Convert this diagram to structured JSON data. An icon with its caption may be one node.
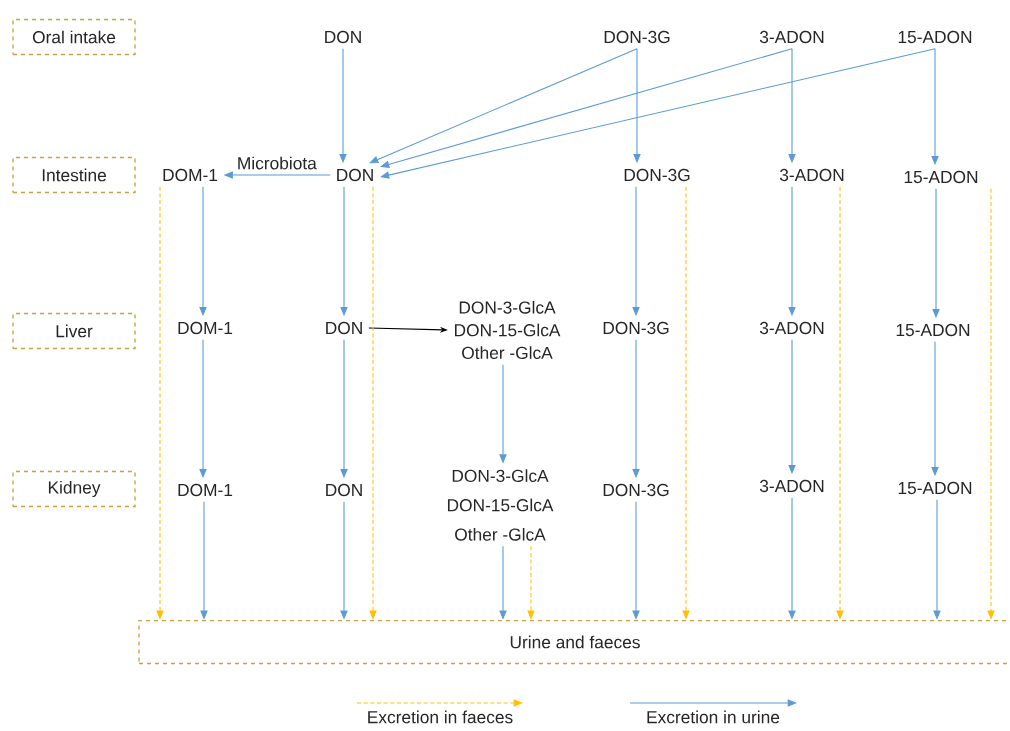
{
  "diagram": {
    "nodes": [
      {
        "text": [
          "Oral intake"
        ]
      },
      {
        "text": [
          "Intestine"
        ]
      },
      {
        "text": [
          "Liver"
        ]
      },
      {
        "text": [
          "Kidney"
        ]
      },
      {
        "text": [
          "DON"
        ]
      },
      {
        "text": [
          "DON-3G"
        ]
      },
      {
        "text": [
          "3-ADON"
        ]
      },
      {
        "text": [
          "15-ADON"
        ]
      },
      {
        "text": [
          "DOM-1"
        ]
      },
      {
        "text": [
          "DON"
        ]
      },
      {
        "text": [
          "DON-3G"
        ]
      },
      {
        "text": [
          "3-ADON"
        ]
      },
      {
        "text": [
          "15-ADON"
        ]
      },
      {
        "text": [
          "DOM-1"
        ]
      },
      {
        "text": [
          "DON"
        ]
      },
      {
        "text": [
          "DON-3-GlcA",
          "DON-15-GlcA",
          "Other -GlcA"
        ]
      },
      {
        "text": [
          "DON-3G"
        ]
      },
      {
        "text": [
          "3-ADON"
        ]
      },
      {
        "text": [
          "15-ADON"
        ]
      },
      {
        "text": [
          "DOM-1"
        ]
      },
      {
        "text": [
          "DON"
        ]
      },
      {
        "text": [
          "DON-3-GlcA",
          "DON-15-GlcA",
          "Other -GlcA"
        ]
      },
      {
        "text": [
          "DON-3G"
        ]
      },
      {
        "text": [
          "3-ADON"
        ]
      },
      {
        "text": [
          "15-ADON"
        ]
      },
      {
        "text": [
          "Urine and faeces"
        ]
      }
    ],
    "edges": [
      {
        "from": 4,
        "to": 9,
        "arrow": "to"
      },
      {
        "from": 5,
        "to": 9,
        "arrow": "to"
      },
      {
        "from": 6,
        "to": 9,
        "arrow": "to"
      },
      {
        "from": 7,
        "to": 9,
        "arrow": "to"
      },
      {
        "from": 5,
        "to": 10,
        "arrow": "to"
      },
      {
        "from": 6,
        "to": 11,
        "arrow": "to"
      },
      {
        "from": 7,
        "to": 12,
        "arrow": "to"
      },
      {
        "from": 9,
        "to": 8,
        "arrow": "to",
        "label": "Microbiota"
      },
      {
        "from": 8,
        "to": 13,
        "arrow": "to"
      },
      {
        "from": 9,
        "to": 14,
        "arrow": "to"
      },
      {
        "from": 10,
        "to": 16,
        "arrow": "to"
      },
      {
        "from": 11,
        "to": 17,
        "arrow": "to"
      },
      {
        "from": 12,
        "to": 18,
        "arrow": "to"
      },
      {
        "from": 14,
        "to": 15,
        "arrow": "to",
        "color": "#000000"
      },
      {
        "from": 13,
        "to": 19,
        "arrow": "to"
      },
      {
        "from": 14,
        "to": 20,
        "arrow": "to"
      },
      {
        "from": 15,
        "to": 21,
        "arrow": "to"
      },
      {
        "from": 16,
        "to": 22,
        "arrow": "to"
      },
      {
        "from": 17,
        "to": 23,
        "arrow": "to"
      },
      {
        "from": 18,
        "to": 24,
        "arrow": "to"
      },
      {
        "from": 19,
        "to": 25,
        "arrow": "to"
      },
      {
        "from": 20,
        "to": 25,
        "arrow": "to"
      },
      {
        "from": 21,
        "to": 25,
        "arrow": "to"
      },
      {
        "from": 22,
        "to": 25,
        "arrow": "to"
      },
      {
        "from": 23,
        "to": 25,
        "arrow": "to"
      },
      {
        "from": 24,
        "to": 25,
        "arrow": "to"
      },
      {
        "from": 8,
        "to": 25,
        "arrow": "to",
        "style": "dashed",
        "color": "#ffc000"
      },
      {
        "from": 9,
        "to": 25,
        "arrow": "to",
        "style": "dashed",
        "color": "#ffc000"
      },
      {
        "from": 21,
        "to": 25,
        "arrow": "to",
        "style": "dashed",
        "color": "#ffc000"
      },
      {
        "from": 10,
        "to": 25,
        "arrow": "to",
        "style": "dashed",
        "color": "#ffc000"
      },
      {
        "from": 11,
        "to": 25,
        "arrow": "to",
        "style": "dashed",
        "color": "#ffc000"
      },
      {
        "from": 12,
        "to": 25,
        "arrow": "to",
        "style": "dashed",
        "color": "#ffc000"
      }
    ],
    "legend": [
      {
        "text": "Excretion in faeces"
      },
      {
        "text": "Excretion in urine"
      }
    ]
  }
}
